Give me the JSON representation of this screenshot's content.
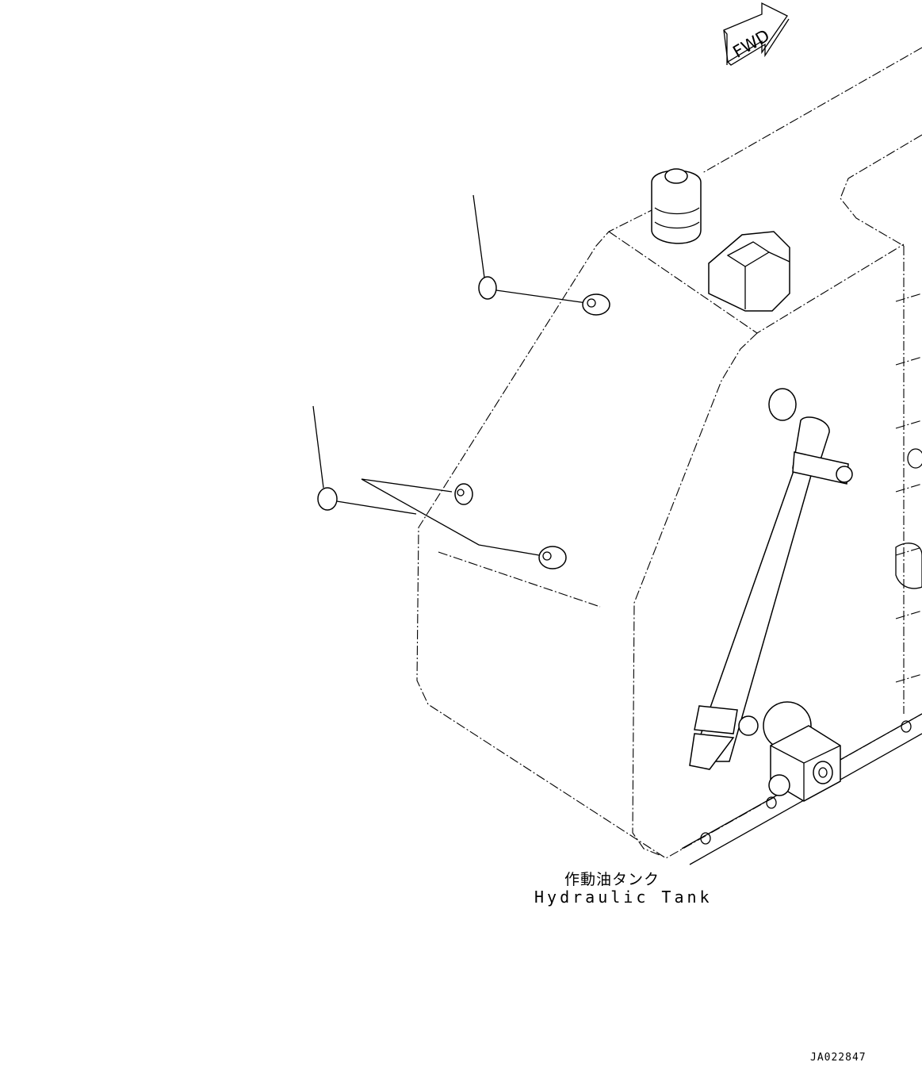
{
  "direction_arrow": {
    "label": "FWD",
    "icon": "forward-arrow-icon"
  },
  "caption": {
    "japanese": "作動油タンク",
    "english": "Hydraulic Tank"
  },
  "drawing_code": "JA022847",
  "components": [
    {
      "name": "hydraulic-tank"
    },
    {
      "name": "plug"
    },
    {
      "name": "plug"
    },
    {
      "name": "spacer"
    },
    {
      "name": "spacer"
    },
    {
      "name": "spacer"
    },
    {
      "name": "breather"
    },
    {
      "name": "filler-cap"
    },
    {
      "name": "sight-gauge-hose"
    },
    {
      "name": "valve-block"
    }
  ]
}
